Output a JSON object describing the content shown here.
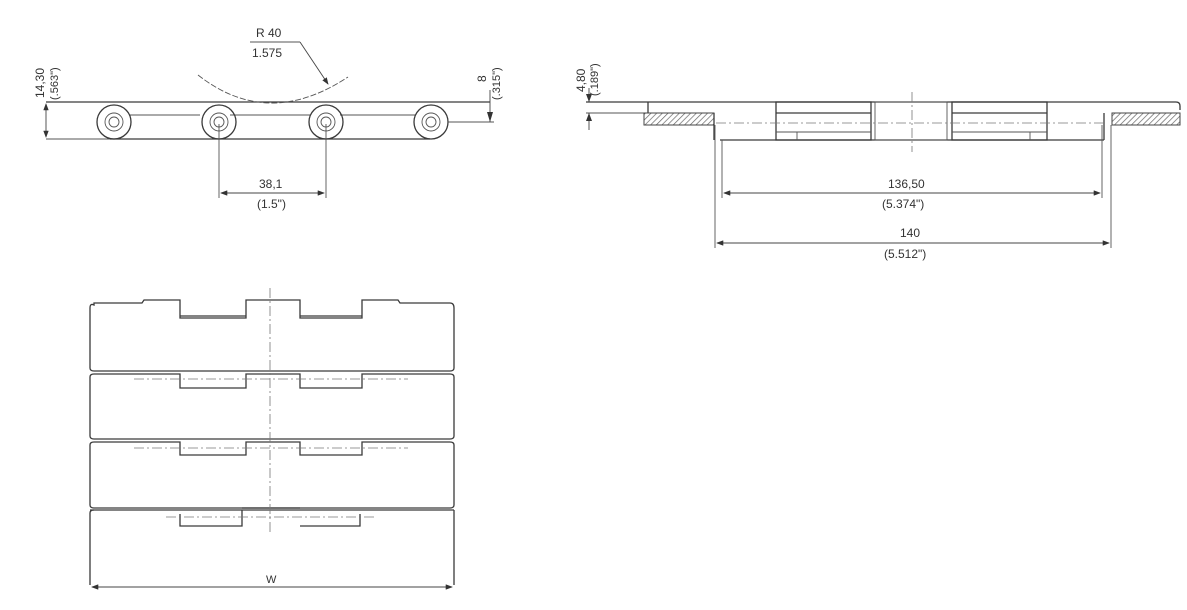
{
  "drawing": {
    "side_view": {
      "radius_label": "R 40",
      "radius_inch": "1.575",
      "height_mm": "14,30",
      "height_in": "(.563\")",
      "thickness_mm": "8",
      "thickness_in": "(.315\")",
      "pitch_mm": "38,1",
      "pitch_in": "(1.5\")"
    },
    "end_view": {
      "plate_thickness_mm": "4,80",
      "plate_thickness_in": "(.189\")",
      "inner_width_mm": "136,50",
      "inner_width_in": "(5.374\")",
      "outer_width_mm": "140",
      "outer_width_in": "(5.512\")"
    },
    "top_view": {
      "width_label": "W"
    }
  }
}
